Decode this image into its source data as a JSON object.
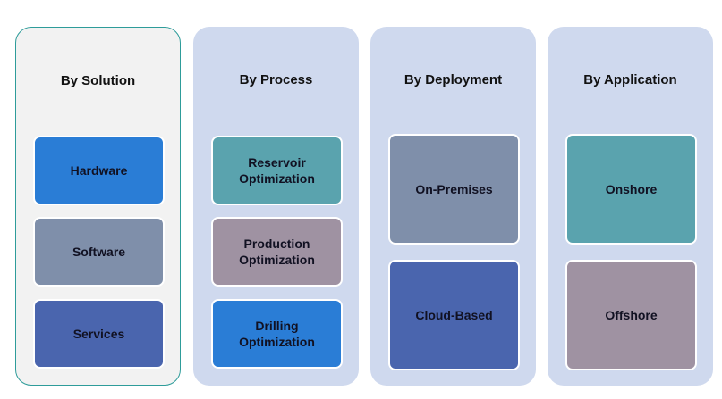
{
  "columns": [
    {
      "title": "By Solution",
      "background": "#f2f2f2",
      "border": "#2e9c9a",
      "items": [
        {
          "label": "Hardware",
          "color": "#2a7dd6"
        },
        {
          "label": "Software",
          "color": "#7f8faa"
        },
        {
          "label": "Services",
          "color": "#4a65ae"
        }
      ]
    },
    {
      "title": "By Process",
      "background": "#cfd9ee",
      "items": [
        {
          "label": "Reservoir\nOptimization",
          "color": "#5aa3ae"
        },
        {
          "label": "Production\nOptimization",
          "color": "#9f92a2"
        },
        {
          "label": "Drilling\nOptimization",
          "color": "#2a7dd6"
        }
      ]
    },
    {
      "title": "By Deployment",
      "background": "#cfd9ee",
      "items": [
        {
          "label": "On-Premises",
          "color": "#7f8faa"
        },
        {
          "label": "Cloud-Based",
          "color": "#4a65ae"
        }
      ]
    },
    {
      "title": "By Application",
      "background": "#cfd9ee",
      "items": [
        {
          "label": "Onshore",
          "color": "#5aa3ae"
        },
        {
          "label": "Offshore",
          "color": "#9f92a2"
        }
      ]
    }
  ]
}
